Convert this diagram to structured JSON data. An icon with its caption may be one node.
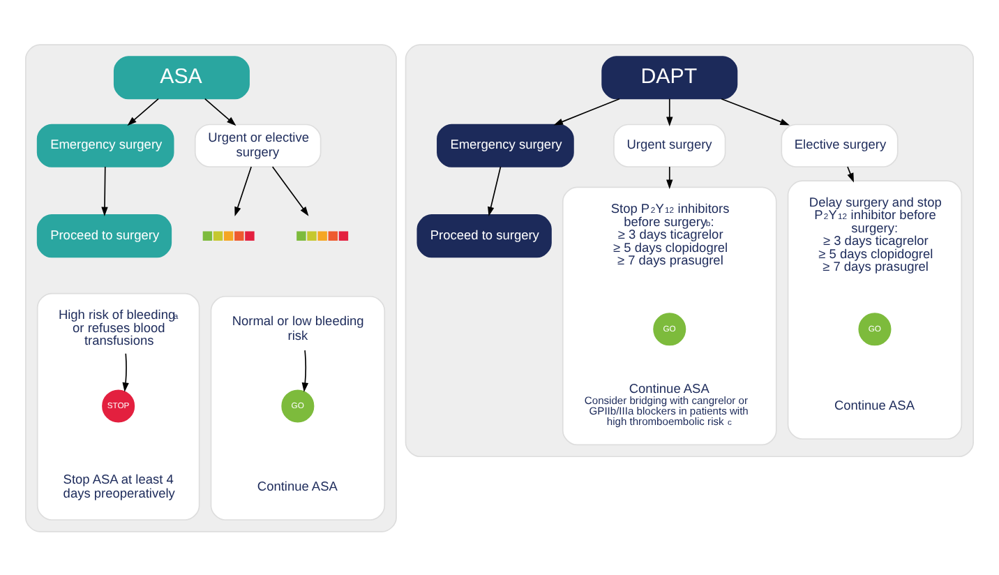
{
  "diagram": {
    "nodes": [
      {
        "text": [],
        "shape": "box"
      },
      {
        "text": [
          "ASA"
        ],
        "in": 0
      },
      {
        "text": [
          "Emergency surgery"
        ],
        "in": 0
      },
      {
        "text": [
          "Proceed to surgery"
        ],
        "in": 0
      },
      {
        "text": [
          "Urgent or elective surgery"
        ],
        "in": 0
      },
      {
        "text": [],
        "shape": "gauge",
        "in": 0
      },
      {
        "text": [],
        "shape": "gauge",
        "in": 0
      },
      {
        "text": [],
        "shape": "box",
        "in": 0
      },
      {
        "text": [
          "High risk of bleeding$^{a}$ or refuses blood transfusions"
        ],
        "in": 7
      },
      {
        "text": [
          "STOP"
        ],
        "in": 7
      },
      {
        "text": [
          "Stop ASA at least 4 days preoperatively"
        ],
        "in": 7
      },
      {
        "text": [],
        "shape": "box",
        "in": 0
      },
      {
        "text": [
          "Normal or low bleeding risk"
        ],
        "in": 11
      },
      {
        "text": [
          "GO"
        ],
        "in": 11
      },
      {
        "text": [
          "Continue ASA"
        ],
        "in": 11
      },
      {
        "text": [],
        "shape": "box"
      },
      {
        "text": [
          "DAPT"
        ],
        "in": 15
      },
      {
        "text": [
          "Emergency surgery"
        ],
        "in": 15
      },
      {
        "text": [
          "Proceed to surgery"
        ],
        "in": 15
      },
      {
        "text": [
          "Urgent surgery"
        ],
        "in": 15
      },
      {
        "text": [
          "Elective surgery"
        ],
        "in": 15
      },
      {
        "text": [],
        "shape": "box",
        "in": 15
      },
      {
        "text": [
          "Stop P$_{2}$Y$_{12}$ inhibitors before surgery$^{b}$:",
          "≥ 3 days ticagrelor",
          "≥ 5 days clopidogrel",
          "≥ 7 days prasugrel"
        ],
        "in": 21
      },
      {
        "text": [
          "GO"
        ],
        "in": 21
      },
      {
        "text": [
          "Continue ASA",
          "Consider bridging with cangrelor or GPIIb/IIIa blockers in patients with high thromboembolic risk$^{c}$"
        ],
        "in": 21
      },
      {
        "text": [],
        "shape": "box",
        "in": 15
      },
      {
        "text": [
          "Delay surgery and stop P$_{2}$Y$_{12}$ inhibitor before surgery:",
          "≥ 3 days ticagrelor",
          "≥ 5 days clopidogrel",
          "≥ 7 days prasugrel"
        ],
        "in": 25
      },
      {
        "text": [
          "GO"
        ],
        "in": 25
      },
      {
        "text": [
          "Continue ASA"
        ],
        "in": 25
      }
    ],
    "edges": [
      {
        "from": 1,
        "to": 2,
        "arrow": "to"
      },
      {
        "from": 1,
        "to": 4,
        "arrow": "to"
      },
      {
        "from": 2,
        "to": 3,
        "arrow": "to"
      },
      {
        "from": 4,
        "to": 5,
        "arrow": "to"
      },
      {
        "from": 4,
        "to": 6,
        "arrow": "to"
      },
      {
        "from": 8,
        "to": 9,
        "arrow": "to"
      },
      {
        "from": 12,
        "to": 13,
        "arrow": "to"
      },
      {
        "from": 16,
        "to": 17,
        "arrow": "to"
      },
      {
        "from": 16,
        "to": 19,
        "arrow": "to"
      },
      {
        "from": 16,
        "to": 20,
        "arrow": "to"
      },
      {
        "from": 17,
        "to": 18,
        "arrow": "to"
      },
      {
        "from": 19,
        "to": 21,
        "arrow": "to"
      },
      {
        "from": 20,
        "to": 25,
        "arrow": "to"
      }
    ]
  }
}
